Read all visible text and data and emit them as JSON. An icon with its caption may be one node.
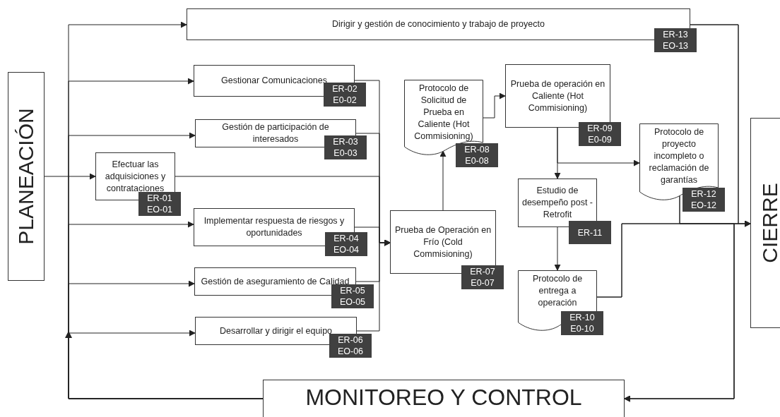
{
  "diagram": {
    "nodes": [
      {
        "text": [
          "PLANEACIÓN"
        ]
      },
      {
        "text": [
          "Dirigir y gestión de conocimiento y trabajo de proyecto",
          "ER-13",
          "EO-13"
        ]
      },
      {
        "text": [
          "Gestionar Comunicaciones",
          "ER-02",
          "E0-02"
        ]
      },
      {
        "text": [
          "Gestión de participación de interesados",
          "ER-03",
          "E0-03"
        ]
      },
      {
        "text": [
          "Efectuar las adquisiciones y contrataciones",
          "ER-01",
          "EO-01"
        ]
      },
      {
        "text": [
          "Implementar respuesta de riesgos y oportunidades",
          "ER-04",
          "EO-04"
        ]
      },
      {
        "text": [
          "Gestión de aseguramiento de Calidad",
          "ER-05",
          "EO-05"
        ]
      },
      {
        "text": [
          "Desarrollar y dirigir el equipo",
          "ER-06",
          "EO-06"
        ]
      },
      {
        "text": [
          "Prueba de Operación en Frío (Cold Commisioning)",
          "ER-07",
          "E0-07"
        ]
      },
      {
        "text": [
          "Protocolo de Solicitud de Prueba en Caliente (Hot Commisioning)",
          "ER-08",
          "E0-08"
        ]
      },
      {
        "text": [
          "Prueba de operación en Caliente (Hot Commisioning)",
          "ER-09",
          "E0-09"
        ]
      },
      {
        "text": [
          "Estudio de desempeño post - Retrofit",
          "ER-11"
        ]
      },
      {
        "text": [
          "Protocolo de proyecto incompleto o reclamación de garantías",
          "ER-12",
          "EO-12"
        ]
      },
      {
        "text": [
          "Protocolo de entrega a operación",
          "ER-10",
          "E0-10"
        ]
      },
      {
        "text": [
          "CIERRE"
        ]
      },
      {
        "text": [
          "MONITOREO Y CONTROL"
        ]
      }
    ],
    "edges": [
      {
        "from": 0,
        "to": 4,
        "arrow": "to"
      },
      {
        "from": 15,
        "to": 1,
        "arrow": "to"
      },
      {
        "from": 15,
        "to": 2,
        "arrow": "to"
      },
      {
        "from": 15,
        "to": 3,
        "arrow": "to"
      },
      {
        "from": 15,
        "to": 5,
        "arrow": "to"
      },
      {
        "from": 15,
        "to": 6,
        "arrow": "to"
      },
      {
        "from": 15,
        "to": 7,
        "arrow": "to"
      },
      {
        "from": 2,
        "to": 8,
        "arrow": "to"
      },
      {
        "from": 3,
        "to": 8,
        "arrow": "to"
      },
      {
        "from": 4,
        "to": 8,
        "arrow": "to"
      },
      {
        "from": 5,
        "to": 8,
        "arrow": "to"
      },
      {
        "from": 6,
        "to": 8,
        "arrow": "to"
      },
      {
        "from": 7,
        "to": 8,
        "arrow": "to"
      },
      {
        "from": 8,
        "to": 9,
        "arrow": "to"
      },
      {
        "from": 9,
        "to": 10,
        "arrow": "to"
      },
      {
        "from": 10,
        "to": 11,
        "arrow": "to"
      },
      {
        "from": 10,
        "to": 12,
        "arrow": "to"
      },
      {
        "from": 11,
        "to": 13,
        "arrow": "to"
      },
      {
        "from": 1,
        "to": 14,
        "arrow": "to"
      },
      {
        "from": 12,
        "to": 14,
        "arrow": "to"
      },
      {
        "from": 13,
        "to": 14,
        "arrow": "to"
      },
      {
        "from": 1,
        "to": 15,
        "arrow": "to"
      },
      {
        "from": 12,
        "to": 15,
        "arrow": "to"
      },
      {
        "from": 13,
        "to": 15,
        "arrow": "to"
      }
    ]
  }
}
